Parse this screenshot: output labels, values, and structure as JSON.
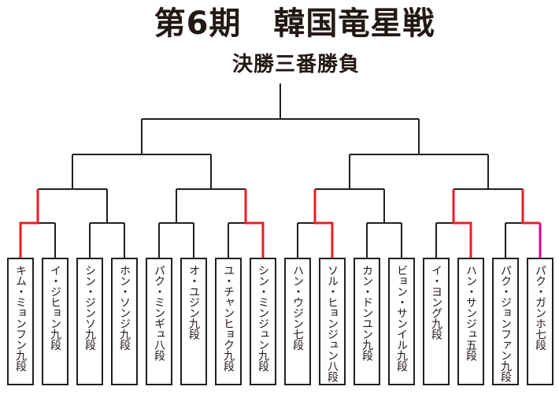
{
  "title": "第6期　韓国竜星戦",
  "subtitle": "決勝三番勝負",
  "colors": {
    "background": "#ffffff",
    "line": "#231f20",
    "title_text": "#221815",
    "winner_path": "#ed1c24",
    "latest_winner": "#ec008c"
  },
  "players": [
    "キム・ミョンフン九段",
    "イ・ジヒョン九段",
    "シン・ジンソ九段",
    "ホン・ソンジ九段",
    "パク・ミンギュ八段",
    "オ・ユジン九段",
    "ユ・チャンヒョク九段",
    "シン・ミンジュン九段",
    "ハン・ウジン七段",
    "ソル・ヒョンジュン八段",
    "カン・ドンユン九段",
    "ビョン・サンイル九段",
    "イ・ヨング九段",
    "ハン・サンジュ五段",
    "パク・ジョンファン九段",
    "パク・ガンホ七段"
  ],
  "bracket": {
    "rounds": [
      "round_of_16",
      "quarterfinal",
      "semifinal",
      "final"
    ],
    "round_of_16": [
      {
        "players": [
          "キム・ミョンフン九段",
          "イ・ジヒョン九段"
        ],
        "winner": "キム・ミョンフン九段",
        "winner_side": "left",
        "highlight": "red"
      },
      {
        "players": [
          "シン・ジンソ九段",
          "ホン・ソンジ九段"
        ],
        "winner": null,
        "winner_side": null,
        "highlight": null
      },
      {
        "players": [
          "パク・ミンギュ八段",
          "オ・ユジン九段"
        ],
        "winner": null,
        "winner_side": null,
        "highlight": null
      },
      {
        "players": [
          "ユ・チャンヒョク九段",
          "シン・ミンジュン九段"
        ],
        "winner": "シン・ミンジュン九段",
        "winner_side": "right",
        "highlight": "red"
      },
      {
        "players": [
          "ハン・ウジン七段",
          "ソル・ヒョンジュン八段"
        ],
        "winner": "ソル・ヒョンジュン八段",
        "winner_side": "right",
        "highlight": "red"
      },
      {
        "players": [
          "カン・ドンユン九段",
          "ビョン・サンイル九段"
        ],
        "winner": null,
        "winner_side": null,
        "highlight": null
      },
      {
        "players": [
          "イ・ヨング九段",
          "ハン・サンジュ五段"
        ],
        "winner": "ハン・サンジュ五段",
        "winner_side": "right",
        "highlight": "red"
      },
      {
        "players": [
          "パク・ジョンファン九段",
          "パク・ガンホ七段"
        ],
        "winner": "パク・ガンホ七段",
        "winner_side": "right",
        "highlight": "red_magenta"
      }
    ]
  }
}
